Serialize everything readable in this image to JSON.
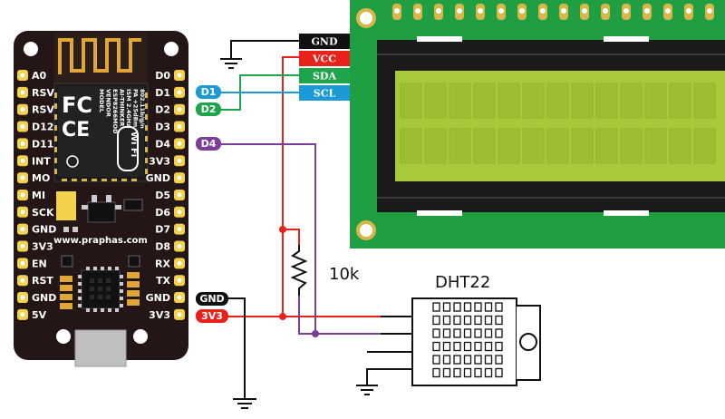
{
  "colors": {
    "board": "#241616",
    "gnd_wire": "#111111",
    "vcc_wire": "#e8221b",
    "sda_wire": "#1ea44b",
    "scl_wire": "#1c9ad6",
    "d4_wire": "#7b3f98",
    "lcd_pcb": "#1f9f42",
    "lcd_screen": "#a8c93a",
    "pin_pad": "#f2d24a"
  },
  "board": {
    "left_pins": [
      "A0",
      "RSV",
      "RSV",
      "D12",
      "D11",
      "INT",
      "MO",
      "MI",
      "SCK",
      "GND",
      "3V3",
      "EN",
      "RST",
      "GND",
      "5V"
    ],
    "right_pins": [
      "D0",
      "D1",
      "D2",
      "D3",
      "D4",
      "3V3",
      "GND",
      "D5",
      "D6",
      "D7",
      "D8",
      "RX",
      "TX",
      "GND",
      "3V3"
    ],
    "website": "www.praphas.com",
    "module": {
      "fcc": "FC",
      "ce": "CE",
      "lines": [
        "MODEL",
        "VENDOR",
        "ESP8266MOD",
        "AI-THINKER",
        "ISM 2.4GHz",
        "PA +25dBm",
        "802.11b/g/n"
      ],
      "wifi": "Wi Fi"
    }
  },
  "net_labels": {
    "d1": "D1",
    "d2": "D2",
    "d4": "D4",
    "gnd": "GND",
    "v33": "3V3"
  },
  "lcd_tags": [
    "GND",
    "VCC",
    "SDA",
    "SCL"
  ],
  "resistor_label": "10k",
  "sensor_label": "DHT22",
  "icons": [
    "ground-symbol",
    "resistor-symbol",
    "wifi-logo"
  ]
}
